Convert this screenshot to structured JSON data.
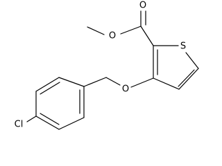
{
  "molecule": {
    "atoms": {
      "carbonyl_oxygen": "O",
      "ester_oxygen": "O",
      "sulfur": "S",
      "ether_oxygen": "O",
      "chlorine": "Cl"
    }
  }
}
